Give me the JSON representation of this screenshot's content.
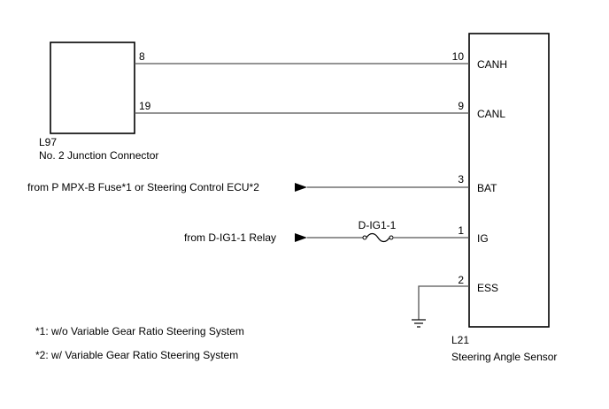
{
  "connector_l97": {
    "code": "L97",
    "name": "No. 2 Junction Connector",
    "pins": [
      "8",
      "19"
    ]
  },
  "sensor_l21": {
    "code": "L21",
    "name": "Steering Angle Sensor",
    "pins": [
      {
        "number": "10",
        "name": "CANH"
      },
      {
        "number": "9",
        "name": "CANL"
      },
      {
        "number": "3",
        "name": "BAT"
      },
      {
        "number": "1",
        "name": "IG"
      },
      {
        "number": "2",
        "name": "ESS"
      }
    ]
  },
  "inputs": {
    "bat_source": "from P MPX-B Fuse*1 or Steering Control ECU*2",
    "ig_source": "from D-IG1-1 Relay",
    "fuse_label": "D-IG1-1"
  },
  "notes": [
    "*1: w/o Variable Gear Ratio Steering System",
    "*2: w/ Variable Gear Ratio Steering System"
  ]
}
